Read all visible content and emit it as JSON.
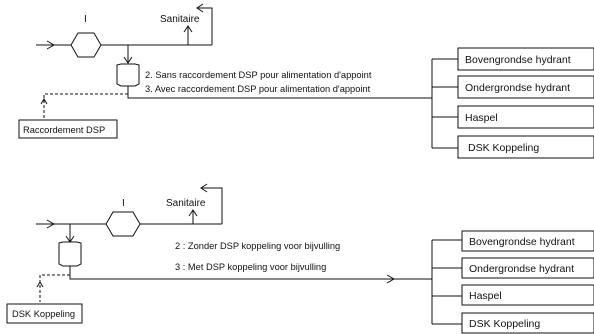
{
  "top": {
    "pump_label": "I",
    "sanitary_label": "Sanitaire",
    "note_2": "2. Sans raccordement DSP pour alimentation d'appoint",
    "note_3": "3. Avec raccordement DSP pour alimentation d'appoint",
    "connection_box": "Raccordement DSP",
    "outlets": [
      "Bovengrondse hydrant",
      "Ondergrondse hydrant",
      "Haspel",
      "DSK Koppeling"
    ]
  },
  "bottom": {
    "pump_label": "I",
    "sanitary_label": "Sanitaire",
    "note_2": "2 : Zonder DSP koppeling voor bijvulling",
    "note_3": "3 : Met DSP koppeling voor bijvulling",
    "connection_box": "DSK Koppeling",
    "outlets": [
      "Bovengrondse hydrant",
      "Ondergrondse hydrant",
      "Haspel",
      "DSK Koppeling"
    ]
  }
}
